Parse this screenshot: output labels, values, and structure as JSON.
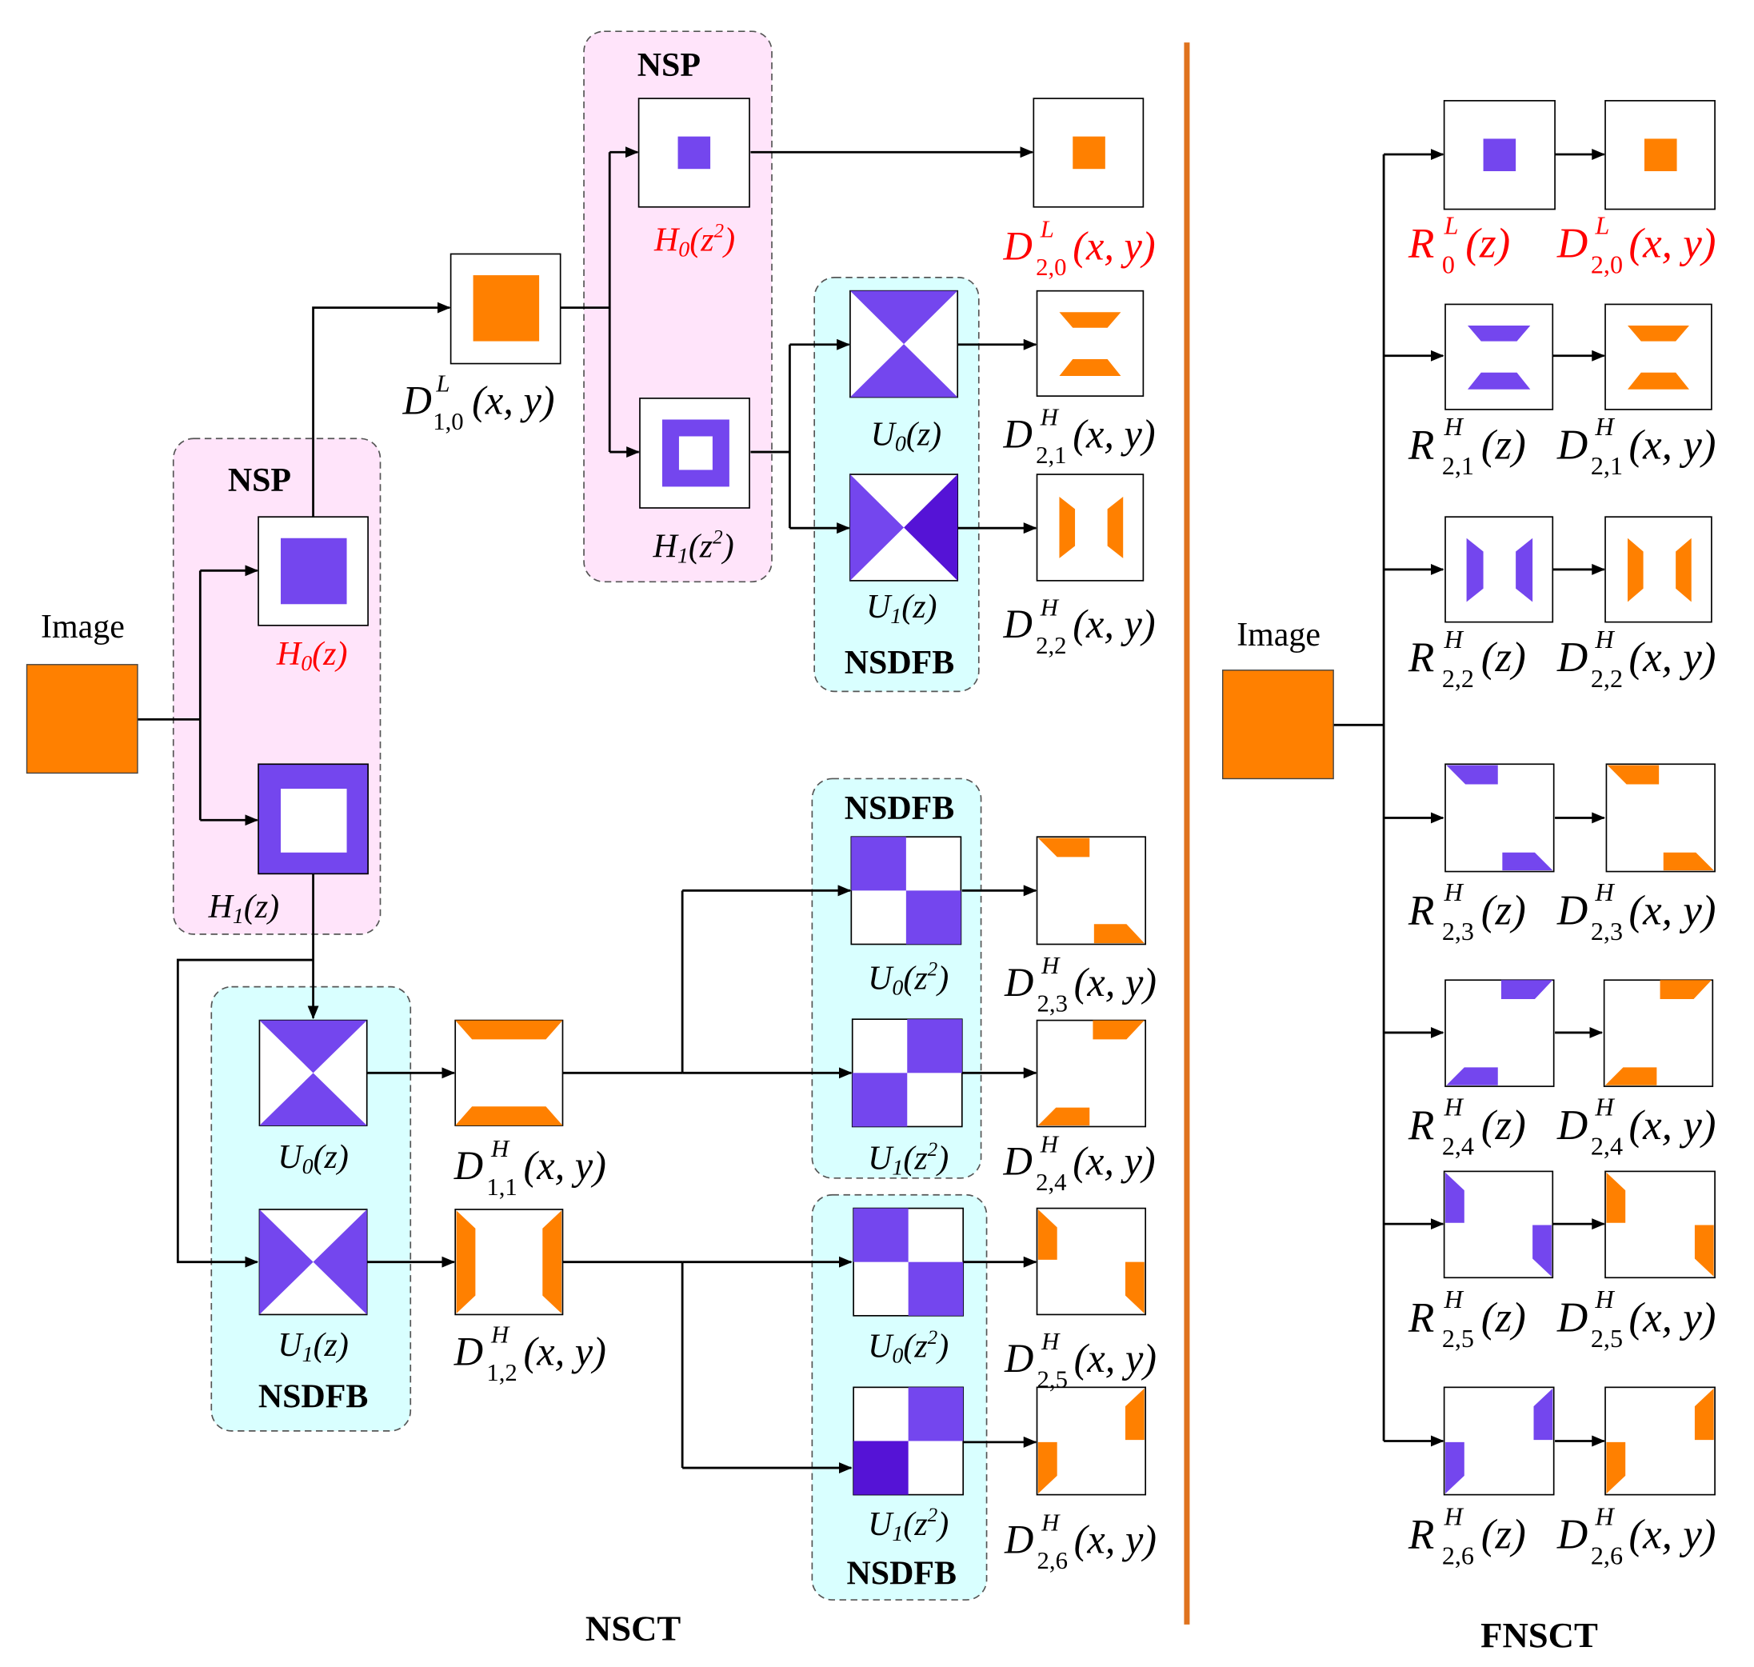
{
  "colors": {
    "orange": "#ff8000",
    "purple": "#7446ee",
    "dark_purple": "#5513d6",
    "red": "#ff0000",
    "nsp_fill": "#ffe4fa",
    "nsdfb_fill": "#d9ffff",
    "divider": "#e0731e"
  },
  "nsct": {
    "section_title": "NSCT",
    "input_label": "Image",
    "group_nsp": "NSP",
    "group_nsdfb": "NSDFB",
    "filters": {
      "h0": {
        "name": "H",
        "sub": "0",
        "arg": "(z)"
      },
      "h1": {
        "name": "H",
        "sub": "1",
        "arg": "(z)"
      },
      "h0z2": {
        "name": "H",
        "sub": "0",
        "arg_a": "(z",
        "arg_sup": "2",
        "arg_b": ")"
      },
      "h1z2": {
        "name": "H",
        "sub": "1",
        "arg_a": "(z",
        "arg_sup": "2",
        "arg_b": ")"
      },
      "u0": {
        "name": "U",
        "sub": "0",
        "arg": "(z)"
      },
      "u1": {
        "name": "U",
        "sub": "1",
        "arg": "(z)"
      },
      "u0z2": {
        "name": "U",
        "sub": "0",
        "arg_a": "(z",
        "arg_sup": "2",
        "arg_b": ")"
      },
      "u1z2": {
        "name": "U",
        "sub": "1",
        "arg_a": "(z",
        "arg_sup": "2",
        "arg_b": ")"
      }
    },
    "outputs": {
      "d10L": {
        "name": "D",
        "sup": "L",
        "sub": "1,0",
        "arg": "(x, y)"
      },
      "d20L": {
        "name": "D",
        "sup": "L",
        "sub": "2,0",
        "arg": "(x, y)"
      },
      "d11H": {
        "name": "D",
        "sup": "H",
        "sub": "1,1",
        "arg": "(x, y)"
      },
      "d12H": {
        "name": "D",
        "sup": "H",
        "sub": "1,2",
        "arg": "(x, y)"
      },
      "d21H": {
        "name": "D",
        "sup": "H",
        "sub": "2,1",
        "arg": "(x, y)"
      },
      "d22H": {
        "name": "D",
        "sup": "H",
        "sub": "2,2",
        "arg": "(x, y)"
      },
      "d23H": {
        "name": "D",
        "sup": "H",
        "sub": "2,3",
        "arg": "(x, y)"
      },
      "d24H": {
        "name": "D",
        "sup": "H",
        "sub": "2,4",
        "arg": "(x, y)"
      },
      "d25H": {
        "name": "D",
        "sup": "H",
        "sub": "2,5",
        "arg": "(x, y)"
      },
      "d26H": {
        "name": "D",
        "sup": "H",
        "sub": "2,6",
        "arg": "(x, y)"
      }
    }
  },
  "fnsct": {
    "section_title": "FNSCT",
    "input_label": "Image",
    "rows": [
      {
        "r": {
          "name": "R",
          "sup": "L",
          "sub": "0",
          "arg": "(z)"
        },
        "d": {
          "name": "D",
          "sup": "L",
          "sub": "2,0",
          "arg": "(x, y)"
        }
      },
      {
        "r": {
          "name": "R",
          "sup": "H",
          "sub": "2,1",
          "arg": "(z)"
        },
        "d": {
          "name": "D",
          "sup": "H",
          "sub": "2,1",
          "arg": "(x, y)"
        }
      },
      {
        "r": {
          "name": "R",
          "sup": "H",
          "sub": "2,2",
          "arg": "(z)"
        },
        "d": {
          "name": "D",
          "sup": "H",
          "sub": "2,2",
          "arg": "(x, y)"
        }
      },
      {
        "r": {
          "name": "R",
          "sup": "H",
          "sub": "2,3",
          "arg": "(z)"
        },
        "d": {
          "name": "D",
          "sup": "H",
          "sub": "2,3",
          "arg": "(x, y)"
        }
      },
      {
        "r": {
          "name": "R",
          "sup": "H",
          "sub": "2,4",
          "arg": "(z)"
        },
        "d": {
          "name": "D",
          "sup": "H",
          "sub": "2,4",
          "arg": "(x, y)"
        }
      },
      {
        "r": {
          "name": "R",
          "sup": "H",
          "sub": "2,5",
          "arg": "(z)"
        },
        "d": {
          "name": "D",
          "sup": "H",
          "sub": "2,5",
          "arg": "(x, y)"
        }
      },
      {
        "r": {
          "name": "R",
          "sup": "H",
          "sub": "2,6",
          "arg": "(z)"
        },
        "d": {
          "name": "D",
          "sup": "H",
          "sub": "2,6",
          "arg": "(x, y)"
        }
      }
    ]
  }
}
